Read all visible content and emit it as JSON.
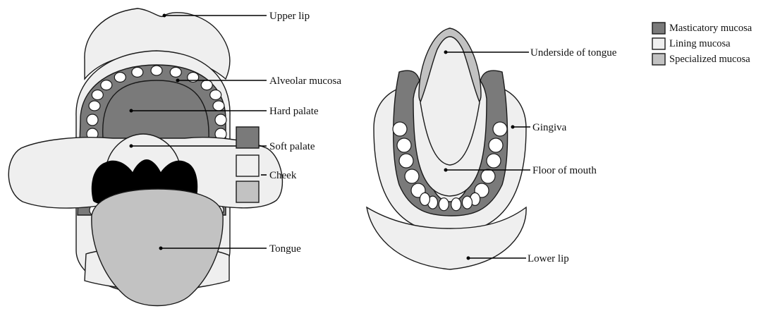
{
  "colors": {
    "masticatory": "#7a7a7a",
    "lining": "#efefef",
    "specialized": "#c2c2c2",
    "tooth": "#ffffff",
    "dark": "#000000",
    "outline": "#1a1a1a"
  },
  "left_labels": {
    "upper_lip": "Upper lip",
    "alveolar_mucosa": "Alveolar mucosa",
    "hard_palate": "Hard palate",
    "soft_palate": "Soft palate",
    "cheek": "Cheek",
    "tongue": "Tongue"
  },
  "right_labels": {
    "underside_of_tongue": "Underside of tongue",
    "gingiva": "Gingiva",
    "floor_of_mouth": "Floor of mouth",
    "lower_lip": "Lower lip"
  },
  "legend": {
    "items": [
      {
        "label": "Masticatory mucosa",
        "swatch": "masticatory-swatch"
      },
      {
        "label": "Lining mucosa",
        "swatch": "lining-swatch"
      },
      {
        "label": "Specialized mucosa",
        "swatch": "specialized-swatch"
      }
    ]
  }
}
